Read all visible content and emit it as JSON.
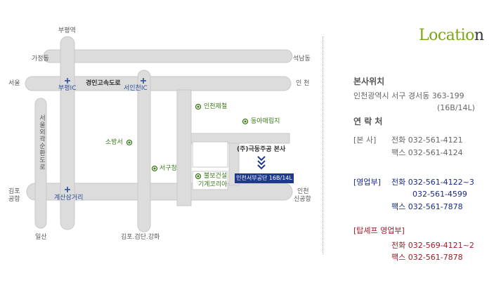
{
  "title": {
    "main": "Locatio",
    "last": "n"
  },
  "map": {
    "labels": {
      "bupyeong_station": "부평역",
      "gajeong": "가정동",
      "seoknam": "석남동",
      "seoul": "서울",
      "incheon_east": "인 천",
      "bupyeong_ic": "부평IC",
      "gyeongin_expressway": "경인고속도로",
      "seoincheon_ic": "서인천IC",
      "incheon_steel": "인천제철",
      "dongah_landfill": "동아매립지",
      "fire_station": "소방서",
      "seogu_office": "서구청",
      "bulbo": "불보건설",
      "gigye_korea": "기계코리아",
      "company_hq": "(주)극동주공 본사",
      "industrial_sign": "인천서부공단 16B/14L",
      "gimpo_airport_1": "김포",
      "gimpo_airport_2": "공항",
      "gyesan_intersection": "계산삼거리",
      "incheon_airport_1": "인천",
      "incheon_airport_2": "신공항",
      "ilsan": "일산",
      "gimpo_geomdan_ganghwa": "김포.검단.강화",
      "seoul_ring_expressway": "서울외곽순환도로"
    }
  },
  "info": {
    "hq_heading": "본사위치",
    "hq_address": "인천광역시 서구 경서동 363-199",
    "hq_block": "(16B/14L)",
    "contact_heading": "연 락 처",
    "hq_label": "[본 사]",
    "hq_phone": "전화  032-561-4121",
    "hq_fax": "팩스  032-561-4124",
    "sales_label": "[영업부]",
    "sales_phone1": "전화 032-561-4122~3",
    "sales_phone2": "032-561-4599",
    "sales_fax": "팩스 032-561-7878",
    "topchef_label": "[탑셰프 영업부]",
    "topchef_phone": "전화 032-569-4121~2",
    "topchef_fax": "팩스 032-561-7878"
  },
  "colors": {
    "road": "#dcdcdc",
    "road_edge": "#c4c4c4",
    "green": "#3a7a1a",
    "accent_blue": "#1e3a8c",
    "sales_blue": "#1a2b8a",
    "topchef_red": "#a11a2a",
    "title_green": "#7aa514"
  }
}
